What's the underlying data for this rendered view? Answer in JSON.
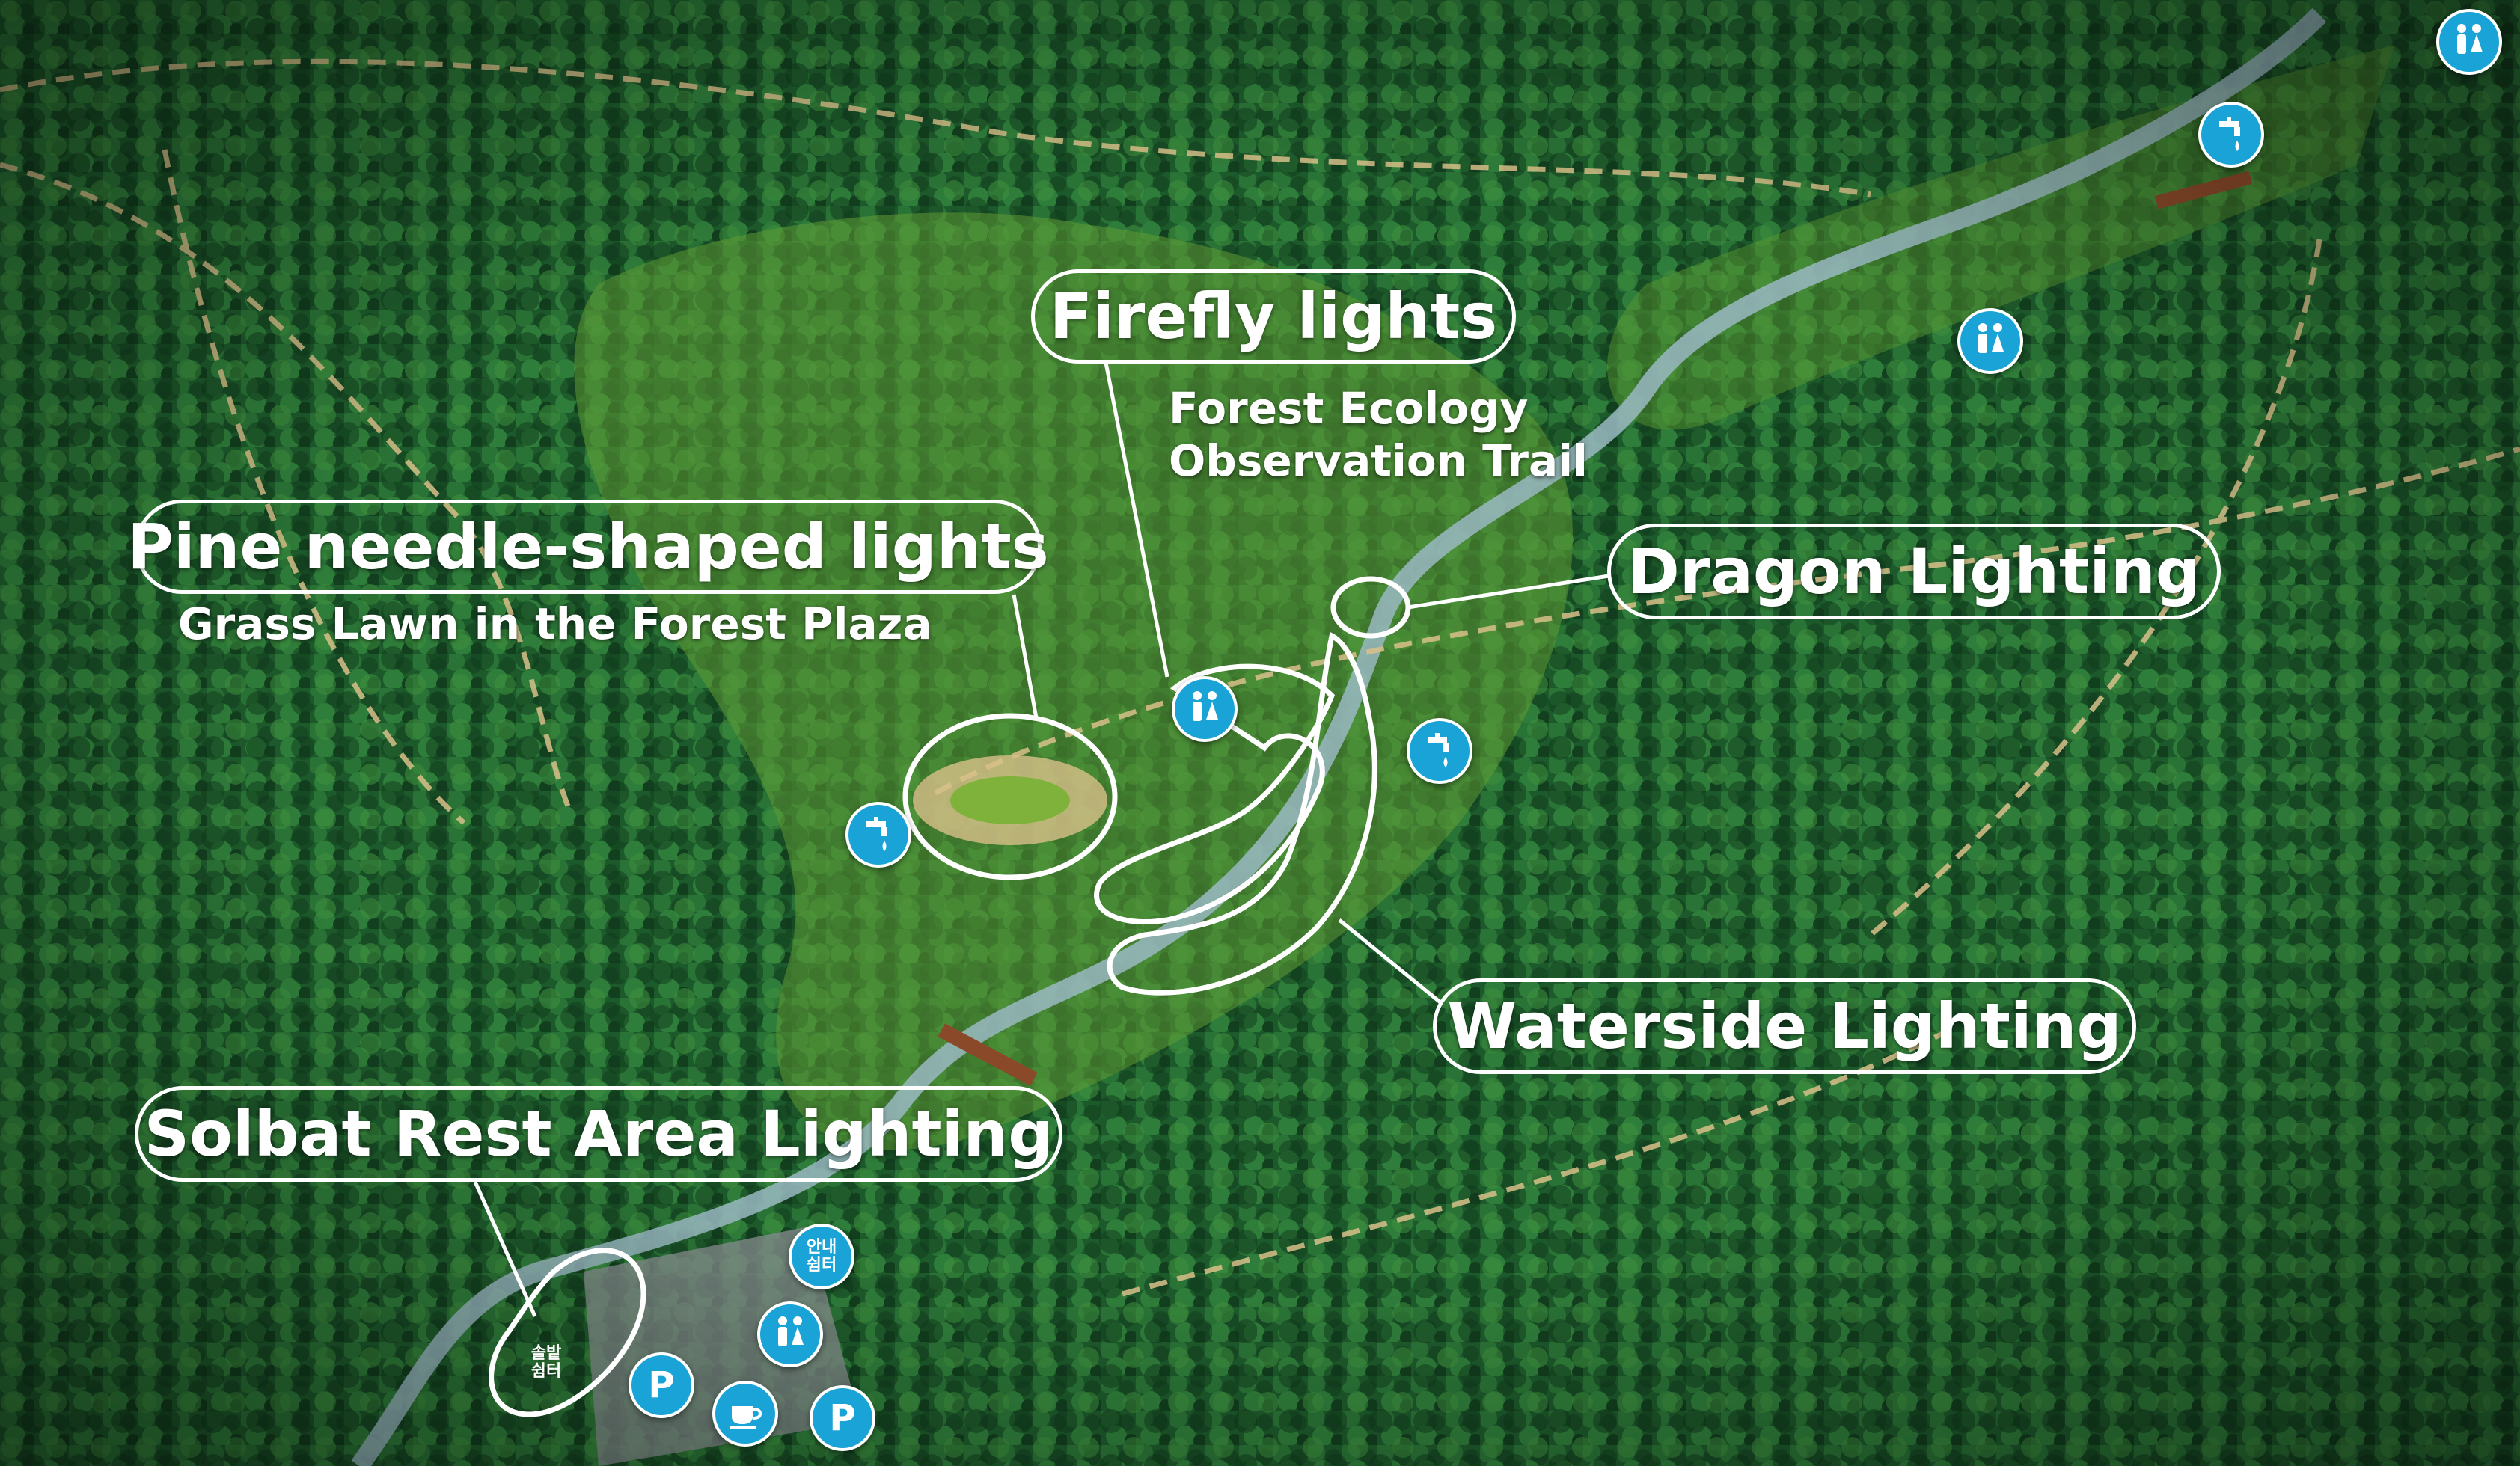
{
  "colors": {
    "forest_dark": "#0f3d1c",
    "forest": "#1e5a2c",
    "forest_light": "#3c8a3a",
    "glade": "#a9c43a",
    "stream": "#9ab8c2",
    "trail": "#d8c08a",
    "poi_blue": "#1aa3d6",
    "outline": "#ffffff"
  },
  "callouts": {
    "firefly": "Firefly lights",
    "pine": "Pine needle-shaped lights",
    "dragon": "Dragon Lighting",
    "waterside": "Waterside Lighting",
    "solbat": "Solbat Rest Area Lighting"
  },
  "sublabels": {
    "trail_line1": "Forest Ecology",
    "trail_line2": "Observation Trail",
    "plaza": "Grass Lawn in the Forest Plaza"
  },
  "pois": {
    "info_center": "안내\n쉼터",
    "solbat_rest": "솔밭\n쉼터",
    "parking": "P",
    "icons": [
      "restroom-icon",
      "water-tap-icon",
      "parking-icon",
      "cafe-icon"
    ]
  }
}
